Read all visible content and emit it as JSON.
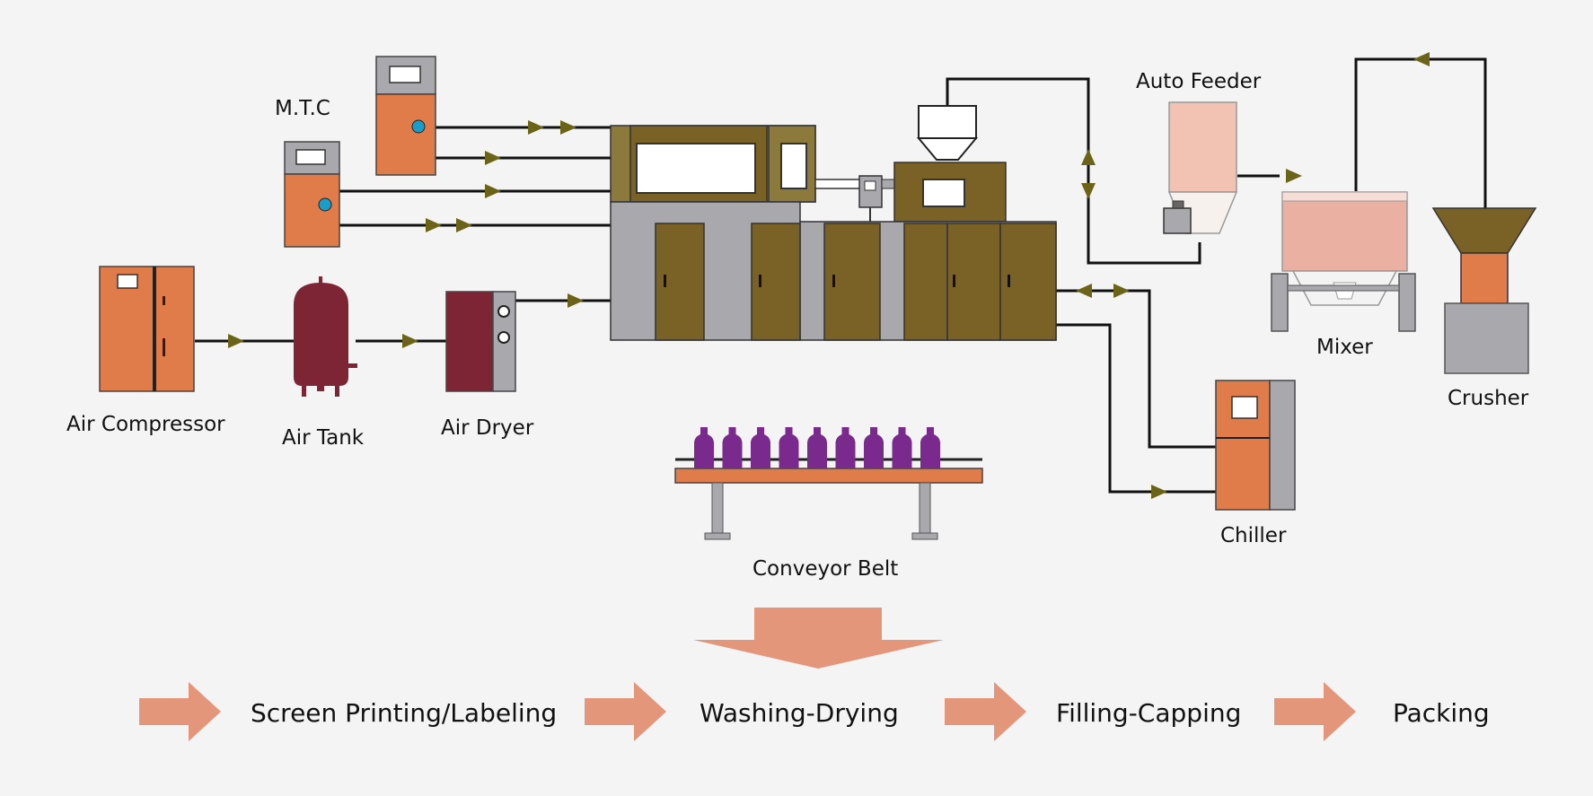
{
  "labels": {
    "mtc": "M.T.C",
    "air_compressor": "Air Compressor",
    "air_tank": "Air Tank",
    "air_dryer": "Air Dryer",
    "auto_feeder": "Auto Feeder",
    "mixer": "Mixer",
    "crusher": "Crusher",
    "chiller": "Chiller",
    "conveyor_belt": "Conveyor Belt"
  },
  "process_flow": [
    "Screen Printing/Labeling",
    "Washing-Drying",
    "Filling-Capping",
    "Packing"
  ],
  "colors": {
    "orange": "#e07b4a",
    "light_orange": "#e3967a",
    "olive": "#7a6226",
    "grey": "#a9a9ad",
    "maroon": "#7d2535",
    "arrow": "#6b6418",
    "bottle": "#7a2a8c",
    "feeder_pink": "#f2c2b2",
    "mixer_pink": "#eab0a2",
    "line": "#111111",
    "blue_dot": "#1a9ec9"
  }
}
